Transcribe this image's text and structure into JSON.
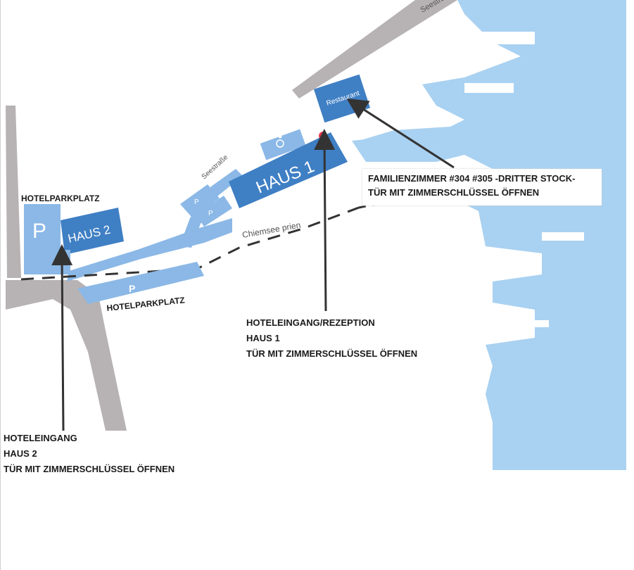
{
  "map": {
    "streets": {
      "seestrasse_top": "Seestraße",
      "seestrasse": "Seestraße"
    },
    "railway_label": "Chiemsee prien",
    "buildings": {
      "haus1": "HAUS 1",
      "haus2": "HAUS 2",
      "restaurant": "Restaurant"
    },
    "parking": {
      "symbol": "P",
      "hotelparkplatz_north": "HOTELPARKPLATZ",
      "hotelparkplatz_south": "HOTELPARKPLATZ"
    },
    "accessibility_icon": "wheelchair-icon",
    "colors": {
      "lake": "#a9d1f1",
      "building_dark": "#3f7fc4",
      "building_light": "#8bb8e6",
      "road": "#b7b2b3",
      "marker": "#e23b4c"
    }
  },
  "annotations": {
    "familienzimmer": {
      "line1": "FAMILIENZIMMER #304 #305 -DRITTER STOCK-",
      "line2": "TÜR MIT ZIMMERSCHLÜSSEL ÖFFNEN"
    },
    "haus1_entrance": {
      "line1": "HOTELEINGANG/REZEPTION",
      "line2": "HAUS 1",
      "line3": "TÜR MIT ZIMMERSCHLÜSSEL ÖFFNEN"
    },
    "haus2_entrance": {
      "line1": "HOTELEINGANG",
      "line2": "HAUS 2",
      "line3": "TÜR MIT ZIMMERSCHLÜSSEL ÖFFNEN"
    }
  }
}
